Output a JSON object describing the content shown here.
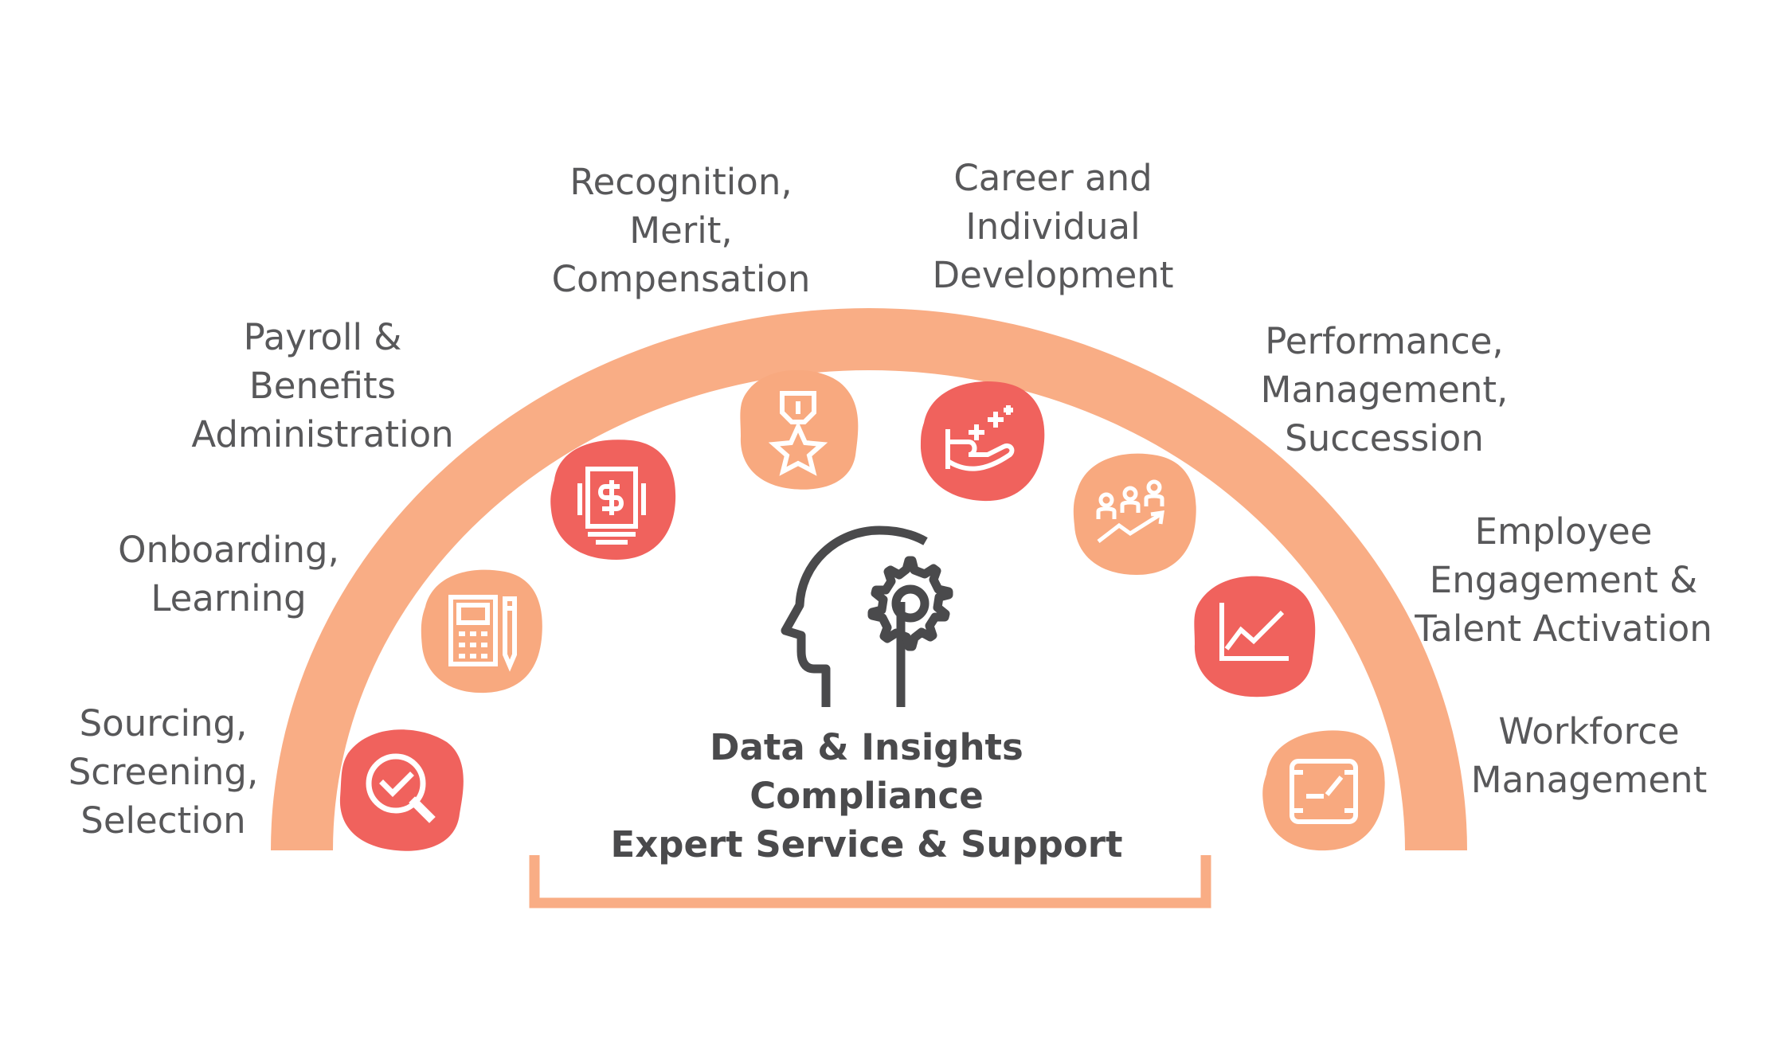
{
  "colors": {
    "arc": "#f9ad85",
    "blob_red": "#f0625d",
    "blob_peach": "#f8a97f",
    "text": "#58585a",
    "center_icon": "#4a4a4c",
    "icon_stroke": "#ffffff"
  },
  "segments": [
    {
      "lines": [
        "Sourcing,",
        "Screening,",
        "Selection"
      ],
      "icon": "magnifier-check-icon",
      "tone": "red"
    },
    {
      "lines": [
        "Onboarding,",
        "Learning"
      ],
      "icon": "calculator-pencil-icon",
      "tone": "peach"
    },
    {
      "lines": [
        "Payroll &",
        "Benefits",
        "Administration"
      ],
      "icon": "dollar-document-icon",
      "tone": "red"
    },
    {
      "lines": [
        "Recognition,",
        "Merit,",
        "Compensation"
      ],
      "icon": "medal-star-icon",
      "tone": "peach"
    },
    {
      "lines": [
        "Career and",
        "Individual",
        "Development"
      ],
      "icon": "hand-sparkles-icon",
      "tone": "red"
    },
    {
      "lines": [
        "Performance,",
        "Management,",
        "Succession"
      ],
      "icon": "people-growth-icon",
      "tone": "peach"
    },
    {
      "lines": [
        "Employee",
        "Engagement &",
        "Talent Activation"
      ],
      "icon": "line-chart-icon",
      "tone": "red"
    },
    {
      "lines": [
        "Workforce",
        "Management"
      ],
      "icon": "schedule-board-icon",
      "tone": "peach"
    }
  ],
  "center": {
    "icon": "head-gear-icon",
    "lines": [
      "Data & Insights",
      "Compliance",
      "Expert Service & Support"
    ]
  }
}
